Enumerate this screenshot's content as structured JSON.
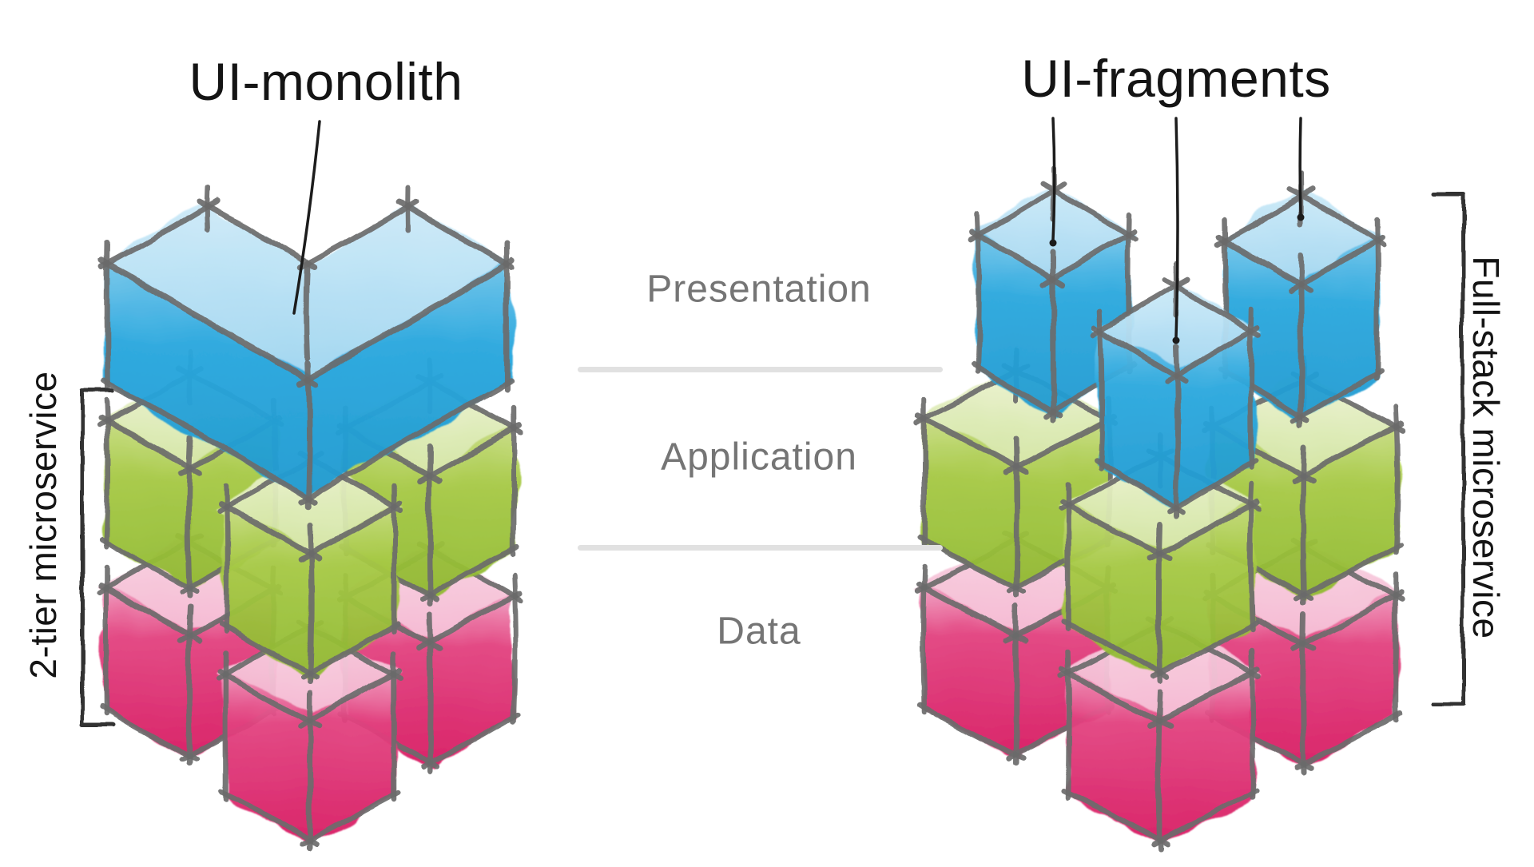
{
  "figure": {
    "type": "architecture-comparison-diagram",
    "style": "hand-drawn watercolor isometric blocks",
    "left": {
      "title": "UI-monolith",
      "bracket_label": "2-tier microservice",
      "bracket_side": "left",
      "layers": [
        {
          "name": "Presentation",
          "color_key": "blue",
          "blocks": 1,
          "shape": "single L-shaped monolith slab"
        },
        {
          "name": "Application",
          "color_key": "green",
          "blocks": 3,
          "shape": "cubes"
        },
        {
          "name": "Data",
          "color_key": "pink",
          "blocks": 3,
          "shape": "cubes"
        }
      ]
    },
    "right": {
      "title": "UI-fragments",
      "bracket_label": "Full-stack microservice",
      "bracket_side": "right",
      "layers": [
        {
          "name": "Presentation",
          "color_key": "blue",
          "blocks": 3,
          "shape": "three separate cubes"
        },
        {
          "name": "Application",
          "color_key": "green",
          "blocks": 3,
          "shape": "cubes"
        },
        {
          "name": "Data",
          "color_key": "pink",
          "blocks": 3,
          "shape": "cubes"
        }
      ]
    },
    "layer_labels": [
      {
        "label": "Presentation"
      },
      {
        "label": "Application"
      },
      {
        "label": "Data"
      }
    ]
  },
  "palette": {
    "background": "#ffffff",
    "title_text": "#141414",
    "layer_label_text": "#757575",
    "divider": "#e1e1e1",
    "sketch_stroke": "#6b6b6b",
    "leader_stroke": "#1c1c1c",
    "bracket_stroke": "#333333",
    "blue_top_light": "#cdeaf8",
    "blue_top": "#9ed5f0",
    "blue_front_light": "#74c6ea",
    "blue_front": "#29a7de",
    "blue_front_deep": "#1f9ad0",
    "green_top_light": "#ecf4d2",
    "green_top": "#d0e29c",
    "green_front_light": "#c9dd85",
    "green_front": "#a6c944",
    "green_front_deep": "#8fb930",
    "pink_top_light": "#f9d3e2",
    "pink_top": "#f4b4cf",
    "pink_front_light": "#f2a6c6",
    "pink_front": "#e2427f",
    "pink_front_deep": "#d81a62"
  }
}
